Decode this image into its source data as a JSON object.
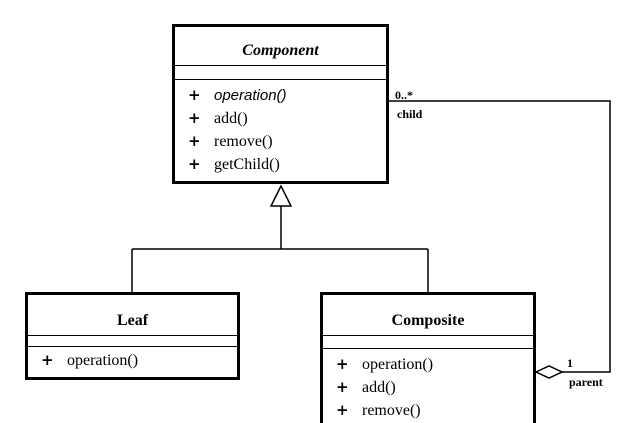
{
  "classes": {
    "component": {
      "name": "Component",
      "operations": [
        {
          "visibility": "+",
          "name": "operation()"
        },
        {
          "visibility": "+",
          "name": "add()"
        },
        {
          "visibility": "+",
          "name": "remove()"
        },
        {
          "visibility": "+",
          "name": "getChild()"
        }
      ]
    },
    "leaf": {
      "name": "Leaf",
      "operations": [
        {
          "visibility": "+",
          "name": "operation()"
        }
      ]
    },
    "composite": {
      "name": "Composite",
      "operations": [
        {
          "visibility": "+",
          "name": "operation()"
        },
        {
          "visibility": "+",
          "name": "add()"
        },
        {
          "visibility": "+",
          "name": "remove()"
        }
      ]
    }
  },
  "association": {
    "child_multiplicity": "0..*",
    "child_role": "child",
    "parent_multiplicity": "1",
    "parent_role": "parent"
  }
}
